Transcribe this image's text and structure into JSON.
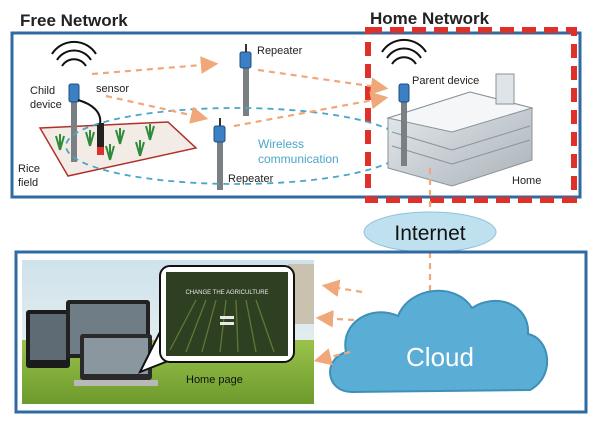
{
  "free_network": {
    "title": "Free Network",
    "labels": {
      "child_device": [
        "Child",
        "device"
      ],
      "sensor": "sensor",
      "rice_field": [
        "Rice",
        "field"
      ],
      "repeater_top": "Repeater",
      "repeater_bottom": "Repeater",
      "wireless": [
        "Wireless",
        "communication"
      ]
    }
  },
  "home_network": {
    "title": "Home Network",
    "parent_device": "Parent device",
    "home": "Home"
  },
  "internet": {
    "label": "Internet"
  },
  "cloud_section": {
    "cloud_label": "Cloud",
    "home_page_label": "Home page",
    "screen_caption": "CHANGE THE AGRICULTURE"
  },
  "colors": {
    "free_title": "#4aa6c8",
    "home_title": "#e0302a",
    "frame_blue": "#2f6aa3",
    "cloud": "#5aaed6",
    "arrow": "#f0a77a",
    "wireless_dash": "#4aa6c8"
  }
}
